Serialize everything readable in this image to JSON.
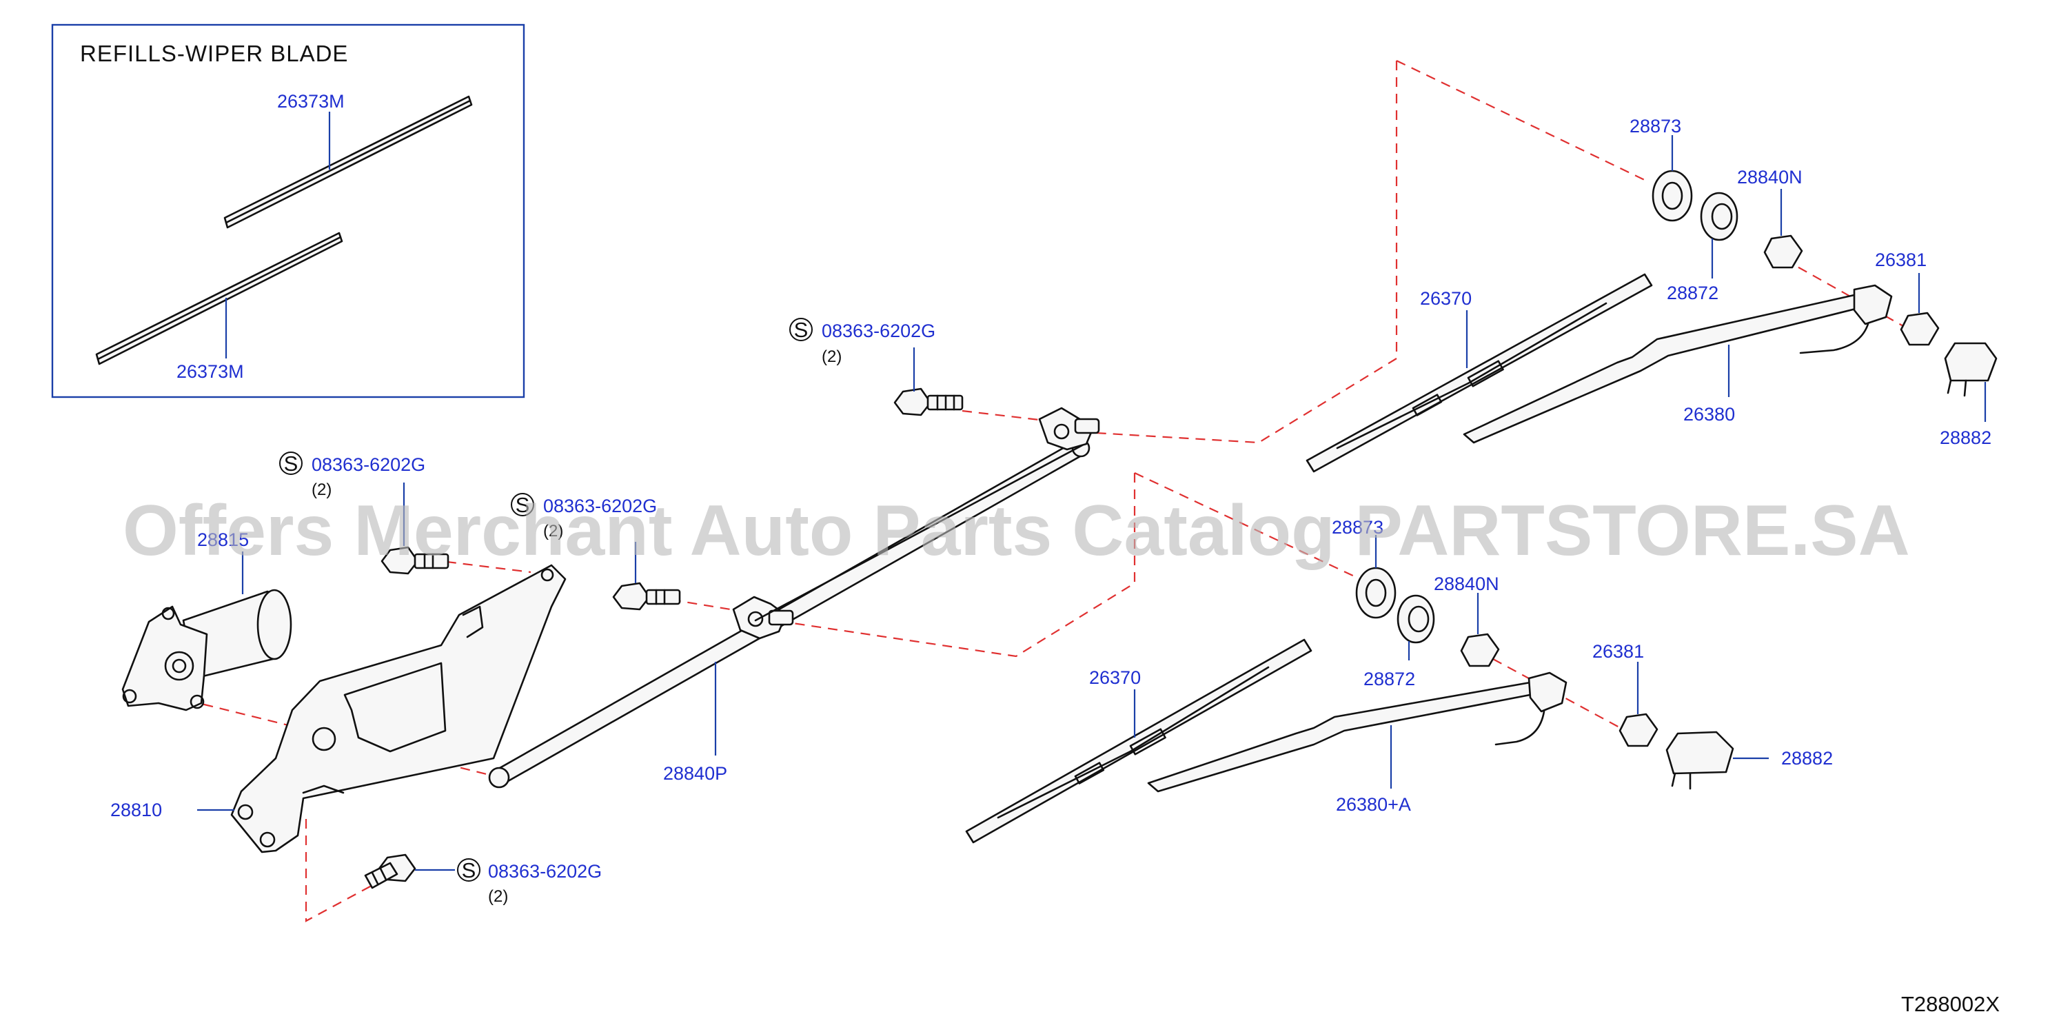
{
  "inset": {
    "title": "REFILLS-WIPER   BLADE"
  },
  "labels": {
    "refill_upper": "26373M",
    "refill_lower": "26373M",
    "motor": "28815",
    "bracket": "28810",
    "link": "28840P",
    "washer_top": "28873",
    "washer_bottom": "28873",
    "bushing_top": "28872",
    "bushing_bottom": "28872",
    "nut_top": "28840N",
    "nut_bottom": "28840N",
    "blade_top": "26370",
    "blade_bottom": "26370",
    "arm_top": "26380",
    "arm_bottom": "26380+A",
    "armnut_top": "26381",
    "armnut_bottom": "26381",
    "cap_top": "28882",
    "cap_bottom": "28882"
  },
  "bolts": [
    {
      "symbol": "S",
      "part": "08363-6202G",
      "qty": "(2)"
    },
    {
      "symbol": "S",
      "part": "08363-6202G",
      "qty": "(2)"
    },
    {
      "symbol": "S",
      "part": "08363-6202G",
      "qty": "(2)"
    },
    {
      "symbol": "S",
      "part": "08363-6202G",
      "qty": "(2)"
    }
  ],
  "watermark": "Offers Merchant Auto Parts Catalog PARTSTORE.SA",
  "diagram_code": "T288002X",
  "colors": {
    "label": "#1f2fd0",
    "leader": "#1a3fa8",
    "dash": "#e03030",
    "line": "#111111"
  }
}
